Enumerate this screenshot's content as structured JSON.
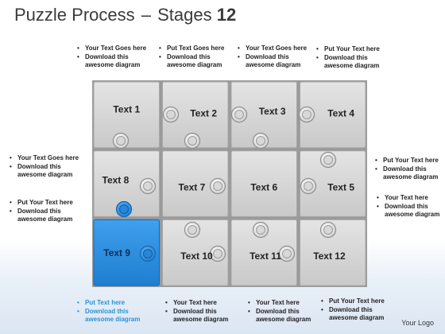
{
  "title": {
    "main": "Puzzle Process",
    "dash": "–",
    "stages": "Stages",
    "number": "12"
  },
  "logo": "Your Logo",
  "pieces": [
    {
      "label": "Text 1",
      "color": "#d4d4d4"
    },
    {
      "label": "Text 2",
      "color": "#d4d4d4"
    },
    {
      "label": "Text 3",
      "color": "#d4d4d4"
    },
    {
      "label": "Text 4",
      "color": "#d4d4d4"
    },
    {
      "label": "Text 8",
      "color": "#d4d4d4"
    },
    {
      "label": "Text 7",
      "color": "#d4d4d4"
    },
    {
      "label": "Text 6",
      "color": "#d4d4d4"
    },
    {
      "label": "Text 5",
      "color": "#d4d4d4"
    },
    {
      "label": "Text 9",
      "color": "#2e8fe0"
    },
    {
      "label": "Text 10",
      "color": "#d4d4d4"
    },
    {
      "label": "Text 11",
      "color": "#d4d4d4"
    },
    {
      "label": "Text 12",
      "color": "#d4d4d4"
    }
  ],
  "notes": {
    "top1": [
      "Your Text Goes here",
      "Download this",
      "awesome diagram"
    ],
    "top2": [
      "Put Text Goes here",
      "Download this",
      "awesome diagram"
    ],
    "top3": [
      "Your Text Goes here",
      "Download this",
      "awesome diagram"
    ],
    "top4": [
      "Put Your Text  here",
      "Download this",
      "awesome diagram"
    ],
    "left1": [
      "Your Text Goes here",
      "Download this",
      "awesome diagram"
    ],
    "left2": [
      "Put Your Text  here",
      "Download this",
      "awesome diagram"
    ],
    "right1": [
      "Put Your Text  here",
      "Download this",
      "awesome diagram"
    ],
    "right2": [
      "Your Text  here",
      "Download this",
      "awesome diagram"
    ],
    "bottom1": [
      "Put Text  here",
      "Download this",
      "awesome diagram"
    ],
    "bottom2": [
      "Your Text  here",
      "Download this",
      "awesome diagram"
    ],
    "bottom3": [
      "Your Text  here",
      "Download this",
      "awesome diagram"
    ],
    "bottom4": [
      "Put Your Text  here",
      "Download this",
      "awesome diagram"
    ]
  },
  "colors": {
    "piece": "#d4d4d4",
    "highlight": "#2e8fe0",
    "note_highlight": "#2a93d5"
  }
}
